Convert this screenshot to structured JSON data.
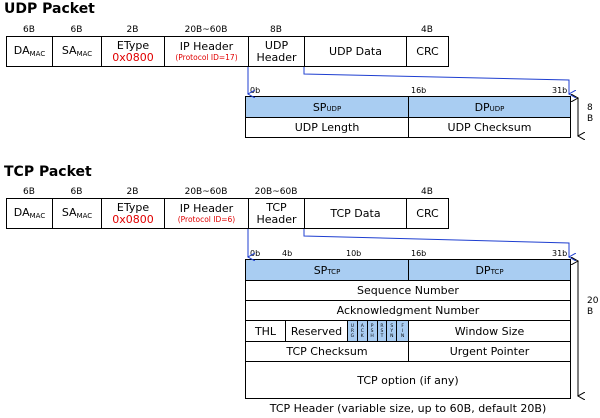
{
  "udp": {
    "title": "UDP Packet",
    "sizes": [
      "6B",
      "6B",
      "2B",
      "20B~60B",
      "8B",
      "4B"
    ],
    "fields": {
      "da": "DA",
      "da_sub": "MAC",
      "sa": "SA",
      "sa_sub": "MAC",
      "etype": "EType",
      "etype_val": "0x0800",
      "ip": "IP Header",
      "ip_note": "(Protocol ID=17)",
      "hdr1": "UDP",
      "hdr2": "Header",
      "data": "UDP Data",
      "crc": "CRC"
    },
    "header": {
      "bits": [
        "0b",
        "16b",
        "31b"
      ],
      "sp": "SP",
      "sp_sub": "UDP",
      "dp": "DP",
      "dp_sub": "UDP",
      "length": "UDP Length",
      "checksum": "UDP Checksum",
      "size_label": "8B"
    }
  },
  "tcp": {
    "title": "TCP Packet",
    "sizes": [
      "6B",
      "6B",
      "2B",
      "20B~60B",
      "20B~60B",
      "4B"
    ],
    "fields": {
      "da": "DA",
      "da_sub": "MAC",
      "sa": "SA",
      "sa_sub": "MAC",
      "etype": "EType",
      "etype_val": "0x0800",
      "ip": "IP Header",
      "ip_note": "(Protocol ID=6)",
      "hdr1": "TCP",
      "hdr2": "Header",
      "data": "TCP Data",
      "crc": "CRC"
    },
    "header": {
      "bits": [
        "0b",
        "4b",
        "10b",
        "16b",
        "31b"
      ],
      "sp": "SP",
      "sp_sub": "TCP",
      "dp": "DP",
      "dp_sub": "TCP",
      "seq": "Sequence Number",
      "ack": "Acknowledgment Number",
      "thl": "THL",
      "reserved": "Reserved",
      "flags": [
        [
          "U",
          "R",
          "G"
        ],
        [
          "A",
          "C",
          "K"
        ],
        [
          "P",
          "S",
          "H"
        ],
        [
          "R",
          "S",
          "T"
        ],
        [
          "S",
          "Y",
          "N"
        ],
        [
          "F",
          "I",
          "N"
        ]
      ],
      "window": "Window Size",
      "checksum": "TCP Checksum",
      "urgent": "Urgent Pointer",
      "option": "TCP option (if any)",
      "size_label": "20B",
      "caption": "TCP Header (variable size, up to 60B, default 20B)"
    }
  },
  "colors": {
    "field_blue": "#a9cdf2",
    "red": "#e00000",
    "arrow_blue": "#1f3fd0"
  }
}
